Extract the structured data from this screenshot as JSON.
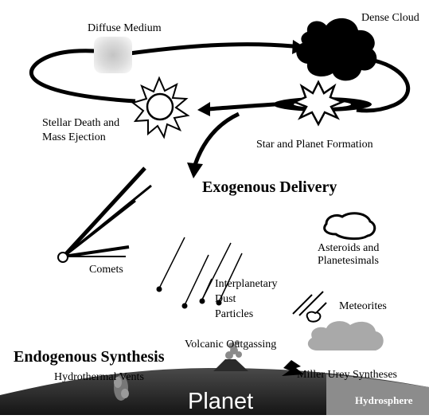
{
  "labels": {
    "diffuse_medium": "Diffuse Medium",
    "dense_cloud": "Dense Cloud",
    "stellar_death_line1": "Stellar Death and",
    "stellar_death_line2": "Mass Ejection",
    "star_planet_formation": "Star and Planet Formation",
    "exogenous_delivery": "Exogenous Delivery",
    "comets": "Comets",
    "asteroids_line1": "Asteroids and",
    "asteroids_line2": "Planetesimals",
    "idp_line1": "Interplanetary",
    "idp_line2": "Dust",
    "idp_line3": "Particles",
    "meteorites": "Meteorites",
    "endogenous_synthesis": "Endogenous Synthesis",
    "volcanic_outgassing": "Volcanic Outgassing",
    "hydrothermal_vents": "Hydrothermal Vents",
    "miller_urey": "Miller Urey Syntheses",
    "planet": "Planet",
    "hydrosphere": "Hydrosphere"
  },
  "colors": {
    "ink": "#000000",
    "background": "#ffffff",
    "cloud_gray": "#a9a9a9",
    "diffuse_gray": "#d3d3d3",
    "planet_dark": "#2e2e2e"
  }
}
